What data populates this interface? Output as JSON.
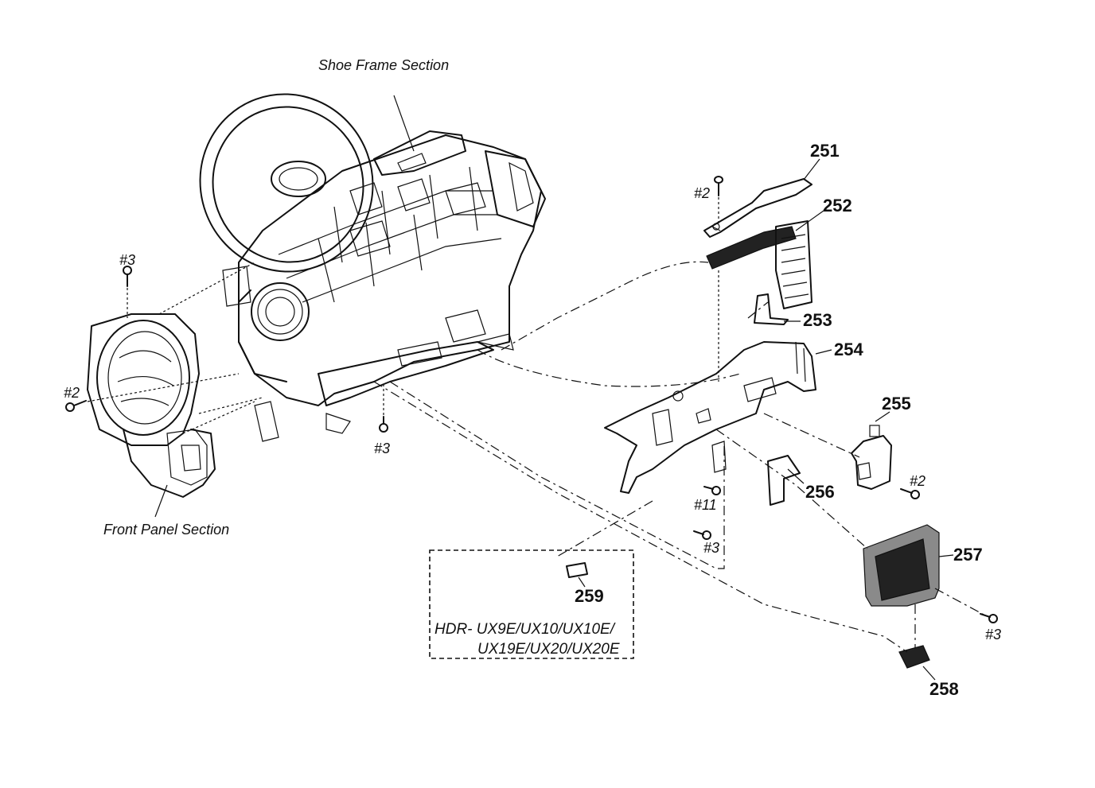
{
  "sections": {
    "shoe_frame": "Shoe Frame Section",
    "front_panel": "Front Panel Section"
  },
  "parts": [
    "251",
    "252",
    "253",
    "254",
    "255",
    "256",
    "257",
    "258",
    "259"
  ],
  "screws": {
    "s2_top": "#2",
    "s3_left": "#3",
    "s2_left": "#2",
    "s3_bottom": "#3",
    "s11": "#11",
    "s3_mid": "#3",
    "s2_right": "#2",
    "s3_right": "#3"
  },
  "model_note": {
    "line1": "HDR- UX9E/UX10/UX10E/",
    "line2": "UX19E/UX20/UX20E"
  }
}
